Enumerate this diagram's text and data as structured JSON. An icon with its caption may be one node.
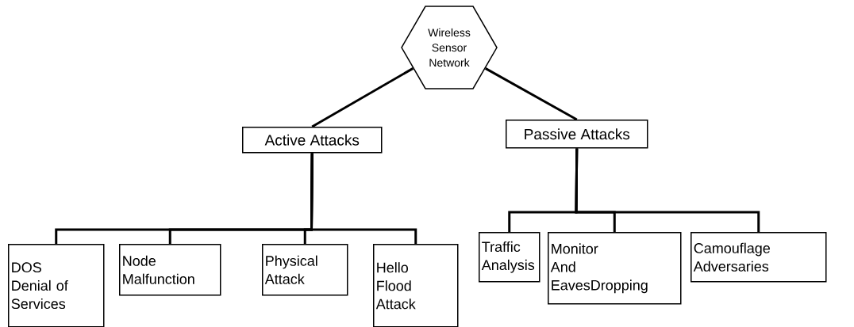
{
  "diagram": {
    "nodes": [
      {
        "text": [
          "Wireless Sensor Network"
        ]
      },
      {
        "text": [
          "Active Attacks"
        ]
      },
      {
        "text": [
          "Passive Attacks"
        ]
      },
      {
        "text": [
          "DOS",
          "Denial of Services"
        ]
      },
      {
        "text": [
          "Node Malfunction"
        ]
      },
      {
        "text": [
          "Physical Attack"
        ]
      },
      {
        "text": [
          "Hello Flood Attack"
        ]
      },
      {
        "text": [
          "Traffic Analysis"
        ]
      },
      {
        "text": [
          "Monitor And EavesDropping"
        ]
      },
      {
        "text": [
          "Camouflage Adversaries"
        ]
      }
    ],
    "edges": [
      {
        "from": 0,
        "to": 1,
        "arrow": "none"
      },
      {
        "from": 0,
        "to": 2,
        "arrow": "none"
      },
      {
        "from": 1,
        "to": 3,
        "arrow": "none"
      },
      {
        "from": 1,
        "to": 4,
        "arrow": "none"
      },
      {
        "from": 1,
        "to": 5,
        "arrow": "none"
      },
      {
        "from": 1,
        "to": 6,
        "arrow": "none"
      },
      {
        "from": 2,
        "to": 7,
        "arrow": "none"
      },
      {
        "from": 2,
        "to": 8,
        "arrow": "none"
      },
      {
        "from": 2,
        "to": 9,
        "arrow": "none"
      }
    ]
  }
}
